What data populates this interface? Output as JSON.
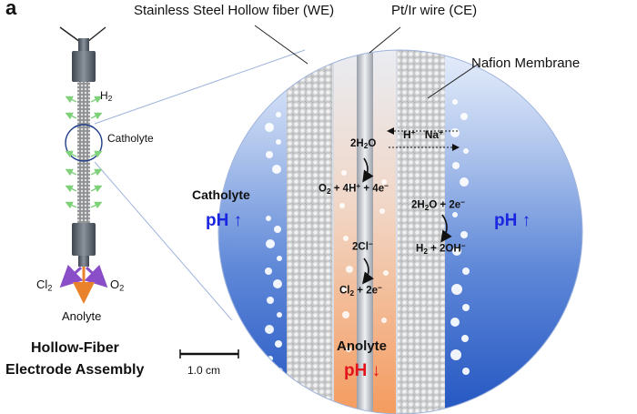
{
  "panel_label": "a",
  "callouts": {
    "we": "Stainless Steel Hollow fiber (WE)",
    "ce": "Pt/Ir wire (CE)",
    "membrane": "Nafion Membrane"
  },
  "assembly": {
    "h2": "H",
    "h2_sub": "2",
    "catholyte": "Catholyte",
    "cl2": "Cl",
    "cl2_sub": "2",
    "o2": "O",
    "o2_sub": "2",
    "anolyte": "Anolyte",
    "title_line1": "Hollow-Fiber",
    "title_line2": "Electrode Assembly",
    "scale_bar": "1.0 cm"
  },
  "zoom": {
    "catholyte_left": "Catholyte",
    "ph_left": "pH ↑",
    "ph_right": "pH ↑",
    "anolyte": "Anolyte",
    "ph_anolyte": "pH ↓",
    "ions": {
      "h": "H",
      "h_sup": "+",
      "na": "Na",
      "na_sup": "+"
    },
    "eq1_top": {
      "a": "2H",
      "b": "2",
      "c": "O"
    },
    "eq1_bottom": {
      "a": "O",
      "b": "2",
      "c": " + 4H",
      "d": "+",
      "e": " + 4e",
      "f": "−"
    },
    "eq2_top": {
      "a": "2H",
      "b": "2",
      "c": "O + 2e",
      "d": "−"
    },
    "eq2_bottom": {
      "a": "H",
      "b": "2",
      "c": " + 2OH",
      "d": "−"
    },
    "eq3_top": {
      "a": "2Cl",
      "b": "−"
    },
    "eq3_bottom": {
      "a": "Cl",
      "b": "2",
      "c": " + 2e",
      "d": "−"
    }
  },
  "colors": {
    "catholyte_blue": "#2e63c8",
    "anolyte_orange": "#f2a06a",
    "ph_up": "#1a25e0",
    "ph_down": "#e3131b",
    "arrow_green": "#7fd17a",
    "arrow_purple": "#8a4fc8",
    "arrow_orange": "#e9822a"
  }
}
